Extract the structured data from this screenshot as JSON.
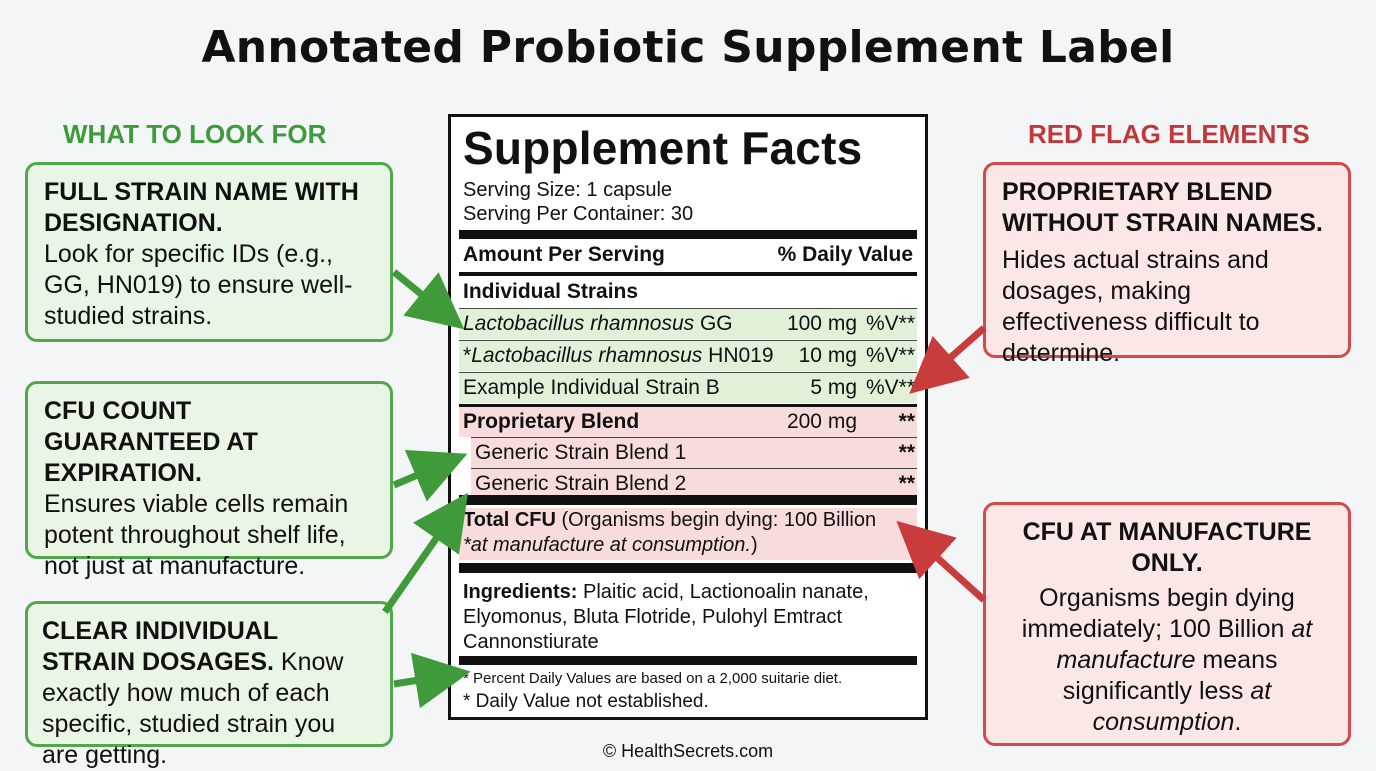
{
  "title": "Annotated Probiotic Supplement Label",
  "left_column": {
    "heading": "WHAT TO LOOK FOR",
    "boxes": [
      {
        "head": "FULL STRAIN NAME WITH DESIGNATION.",
        "body": "Look for specific IDs (e.g., GG, HN019) to ensure well-studied strains."
      },
      {
        "head": "CFU COUNT GUARANTEED AT EXPIRATION.",
        "body": "Ensures viable cells remain potent throughout shelf life, not just at manufacture."
      },
      {
        "head": "CLEAR INDIVIDUAL STRAIN DOSAGES.",
        "body": " Know exactly how much of each specific, studied strain you are getting."
      }
    ]
  },
  "right_column": {
    "heading": "RED FLAG ELEMENTS",
    "boxes": [
      {
        "head": "PROPRIETARY BLEND WITHOUT STRAIN NAMES.",
        "body": "Hides actual strains and dosages, making effectiveness difficult to determine."
      },
      {
        "head": "CFU AT MANUFACTURE ONLY.",
        "body_1": "Organisms begin dying immediately; 100 Billion ",
        "body_em_1": "at manufacture",
        "body_2": " means significantly less ",
        "body_em_2": "at consumption",
        "body_3": "."
      }
    ]
  },
  "label": {
    "title": "Supplement Facts",
    "serving_size": "Serving Size: 1 capsule",
    "servings_per_container": "Serving Per Container: 30",
    "amount_header": "Amount Per Serving",
    "dv_header": "% Daily Value",
    "section": "Individual Strains",
    "strains": [
      {
        "name_italic": "Lactobacillus rhamnosus",
        "name_suffix": " GG",
        "amount": "100 mg",
        "dv": "%V**"
      },
      {
        "prefix": "*",
        "name_italic": "Lactobacillus rhamnosus",
        "name_suffix": " HN019",
        "amount": "10 mg",
        "dv": "%V**"
      },
      {
        "name": "Example Individual Strain B",
        "amount": "5 mg",
        "dv": "%V**"
      }
    ],
    "blend": {
      "name": "Proprietary Blend",
      "amount": "200 mg",
      "dv": "**"
    },
    "blend_items": [
      {
        "name": "Generic Strain Blend 1",
        "dv": "**"
      },
      {
        "name": "Generic Strain Blend 2",
        "dv": "**"
      }
    ],
    "cfu_bold": "Total CFU",
    "cfu_text": " (Organisms begin dying: 100 Billion",
    "cfu_line2": "*at manufacture at consumption.",
    "cfu_close": ")",
    "ingredients_label": "Ingredients:",
    "ingredients": " Plaitic acid, Lactionoalin nanate, Elyomonus, Bluta Flotride, Pulohyl Emtract Cannonstiurate",
    "footnote_1": "* Percent Daily Values are based on a 2,000 suitarie diet.",
    "footnote_2": "* Daily Value not established."
  },
  "copyright": "© HealthSecrets.com",
  "colors": {
    "good": "#4fa94a",
    "good_fill": "#eaf6e5",
    "bad": "#d44a4a",
    "bad_fill": "#fbe7e6",
    "good_heading": "#3e9b3c",
    "bad_heading": "#c0383a"
  }
}
